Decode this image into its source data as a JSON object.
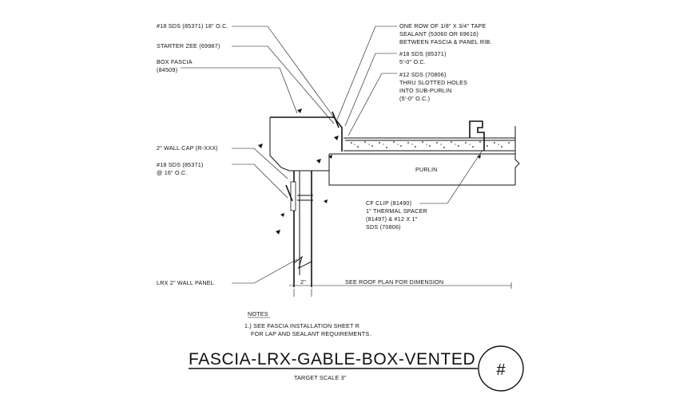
{
  "drawing": {
    "title": "FASCIA-LRX-GABLE-BOX-VENTED",
    "scale": "TARGET SCALE 3\"",
    "detail_number": "#"
  },
  "left_callouts": [
    {
      "lines": [
        "#18 SDS (85371) 18\" O.C."
      ]
    },
    {
      "lines": [
        "STARTER ZEE (69987)"
      ]
    },
    {
      "lines": [
        "BOX FASCIA",
        "(84509)"
      ]
    },
    {
      "lines": [
        "2\" WALL CAP (R-XXX)"
      ]
    },
    {
      "lines": [
        "#18 SDS (85371)",
        "@ 16\" O.C."
      ]
    },
    {
      "lines": [
        "LRX 2\" WALL PANEL"
      ]
    }
  ],
  "right_callouts": [
    {
      "lines": [
        "ONE ROW OF 1/8\" X 3/4\" TAPE",
        "SEALANT (53060 OR 69616)",
        "BETWEEN FASCIA & PANEL RIB."
      ]
    },
    {
      "lines": [
        "#18 SDS (85371)",
        "5'-0\" O.C."
      ]
    },
    {
      "lines": [
        "#12 SDS (70806)",
        "THRU SLOTTED HOLES",
        "INTO SUB-PURLIN",
        "(5'-0\" O.C.)"
      ]
    },
    {
      "lines": [
        "CF CLIP (81490)",
        "1\" THERMAL SPACER",
        "(81497) & #12 X 1\"",
        "SDS (70806)"
      ]
    }
  ],
  "labels": {
    "purlin": "PURLIN",
    "roof_dim": "SEE ROOF PLAN FOR DIMENSION",
    "wall_dim": "2\""
  },
  "notes": {
    "heading": "NOTES",
    "lines": [
      "1.) SEE FASCIA INSTALLATION SHEET R",
      "FOR LAP AND SEALANT REQUIREMENTS."
    ]
  }
}
